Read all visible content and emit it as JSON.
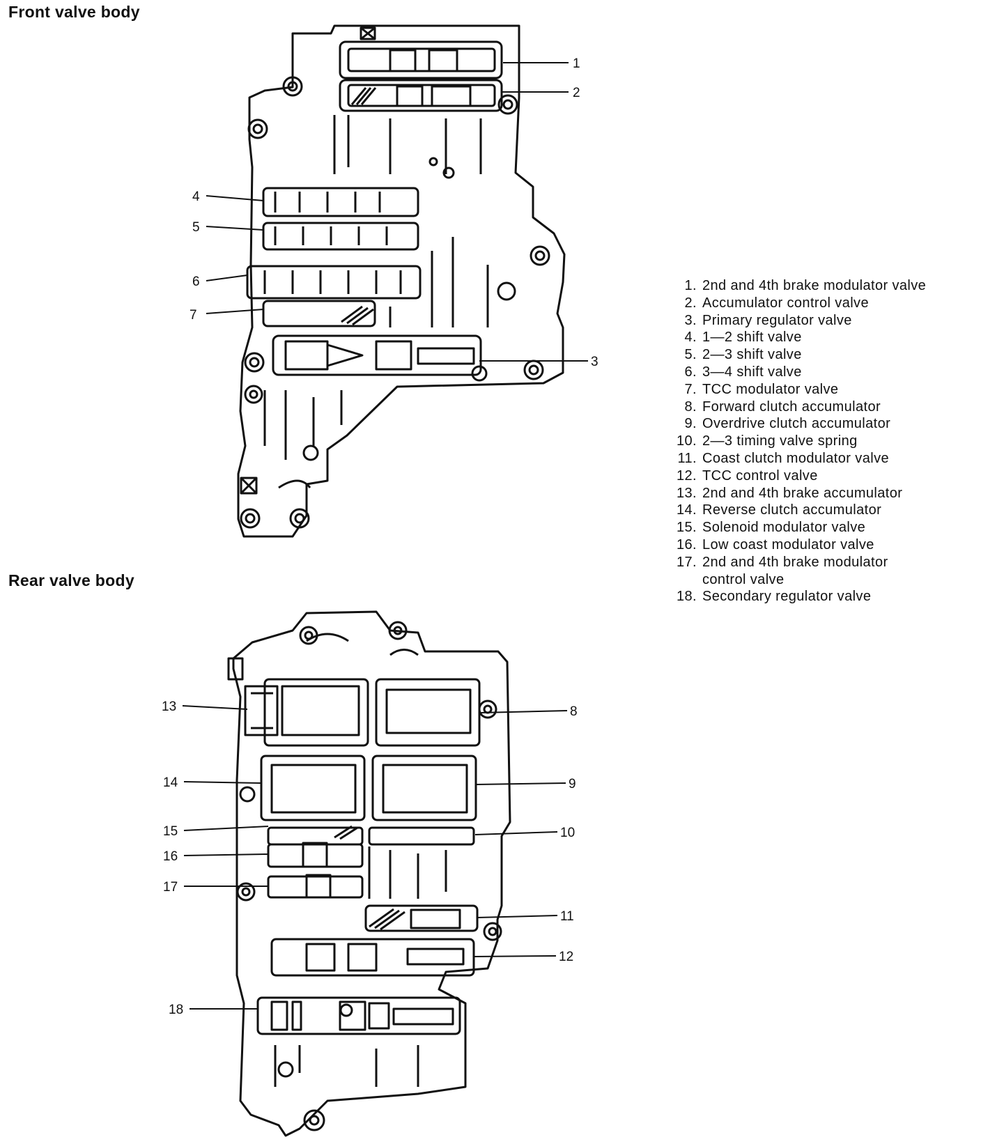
{
  "front": {
    "title": "Front valve body"
  },
  "rear": {
    "title": "Rear valve body"
  },
  "callouts": {
    "front": [
      "1",
      "2",
      "3",
      "4",
      "5",
      "6",
      "7"
    ],
    "rear": [
      "8",
      "9",
      "10",
      "11",
      "12",
      "13",
      "14",
      "15",
      "16",
      "17",
      "18"
    ]
  },
  "legend": [
    {
      "num": "1.",
      "text": "2nd and 4th brake modulator valve"
    },
    {
      "num": "2.",
      "text": "Accumulator control valve"
    },
    {
      "num": "3.",
      "text": "Primary regulator valve"
    },
    {
      "num": "4.",
      "text": "1—2 shift valve"
    },
    {
      "num": "5.",
      "text": "2—3 shift valve"
    },
    {
      "num": "6.",
      "text": "3—4 shift valve"
    },
    {
      "num": "7.",
      "text": "TCC modulator valve"
    },
    {
      "num": "8.",
      "text": "Forward clutch accumulator"
    },
    {
      "num": "9.",
      "text": "Overdrive clutch accumulator"
    },
    {
      "num": "10.",
      "text": "2—3 timing valve spring"
    },
    {
      "num": "11.",
      "text": "Coast clutch modulator valve"
    },
    {
      "num": "12.",
      "text": "TCC control valve"
    },
    {
      "num": "13.",
      "text": "2nd and 4th brake accumulator"
    },
    {
      "num": "14.",
      "text": "Reverse clutch accumulator"
    },
    {
      "num": "15.",
      "text": "Solenoid modulator valve"
    },
    {
      "num": "16.",
      "text": "Low coast modulator valve"
    },
    {
      "num": "17.",
      "text": "2nd and 4th brake modulator control valve"
    },
    {
      "num": "18.",
      "text": "Secondary regulator valve"
    }
  ]
}
